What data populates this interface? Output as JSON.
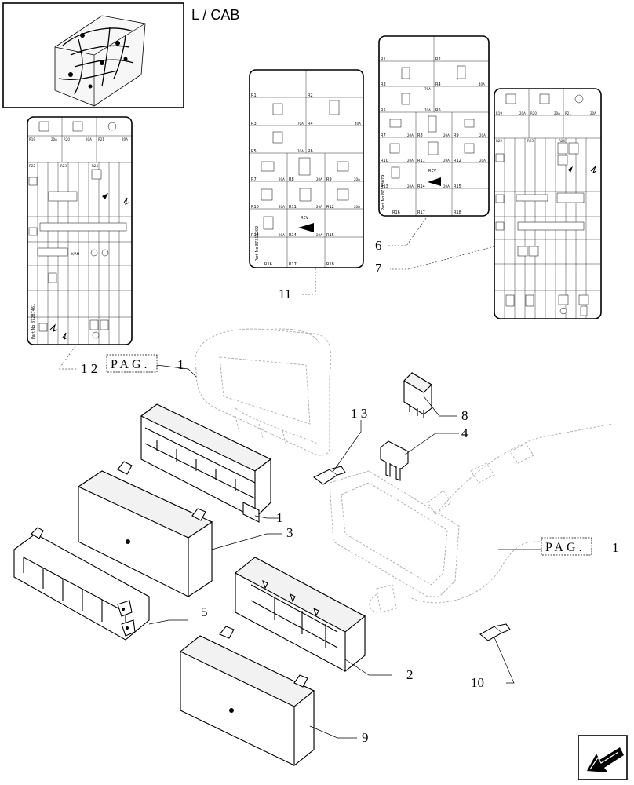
{
  "header": {
    "section": "L / CAB"
  },
  "callouts": {
    "c1": "1",
    "c2": "2",
    "c3": "3",
    "c4": "4",
    "c5": "5",
    "c6": "6",
    "c7": "7",
    "c8": "8",
    "c9": "9",
    "c10": "10",
    "c11": "11",
    "c12": "1 2",
    "c13": "1 3",
    "pag_a_num": "1",
    "pag_b_num": "1"
  },
  "references": {
    "pag_label": "PAG."
  },
  "card11": {
    "r1": "R1",
    "r2": "R2",
    "r3": "R3",
    "r4": "R4",
    "r5": "R5",
    "r6": "R6",
    "r7": "R7",
    "r8": "R8",
    "r9": "R9",
    "r10": "R10",
    "r11": "R11",
    "r12": "R12",
    "r13": "R13",
    "r14": "R14",
    "r15": "R15",
    "r16": "R16",
    "r17": "R17",
    "r18": "R18",
    "a70": "70A",
    "a40": "40A",
    "a20": "20A",
    "rev": "REV",
    "part_no": "Part No 87318202"
  },
  "card6": {
    "r1": "R1",
    "r2": "R2",
    "r3": "R3",
    "r4": "R4",
    "r5": "R5",
    "r6": "R6",
    "r7": "R7",
    "r8": "R8",
    "r9": "R9",
    "r10": "R10",
    "r11": "R11",
    "r12": "R12",
    "r13": "R13",
    "r14": "R14",
    "r15": "R15",
    "r16": "R16",
    "r17": "R17",
    "r18": "R18",
    "a70": "70A",
    "a40": "40A",
    "a20": "20A",
    "rev": "REV",
    "part_no": "Part No 87338079"
  },
  "card7": {
    "r19": "R19",
    "r20": "R20",
    "r21": "R21",
    "r22": "R22",
    "r23": "R23",
    "r24": "R24",
    "a20": "20A"
  },
  "card12": {
    "r19": "R19",
    "r20": "R20",
    "r21": "R21",
    "r22": "R22",
    "r23": "R23",
    "r24": "R24",
    "a20": "20A",
    "kam": "K/AM",
    "part_no": "Part No 87287461"
  }
}
